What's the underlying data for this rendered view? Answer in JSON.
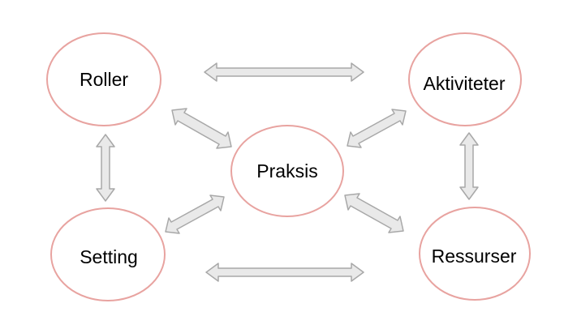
{
  "diagram": {
    "nodes": {
      "roller": {
        "label": "Roller"
      },
      "aktiviteter": {
        "label": "Aktiviteter"
      },
      "praksis": {
        "label": "Praksis"
      },
      "setting": {
        "label": "Setting"
      },
      "ressurser": {
        "label": "Ressurser"
      }
    },
    "edges": [
      {
        "from": "roller",
        "to": "aktiviteter",
        "direction": "both"
      },
      {
        "from": "roller",
        "to": "praksis",
        "direction": "both"
      },
      {
        "from": "aktiviteter",
        "to": "praksis",
        "direction": "both"
      },
      {
        "from": "roller",
        "to": "setting",
        "direction": "both"
      },
      {
        "from": "aktiviteter",
        "to": "ressurser",
        "direction": "both"
      },
      {
        "from": "setting",
        "to": "praksis",
        "direction": "both"
      },
      {
        "from": "ressurser",
        "to": "praksis",
        "direction": "both"
      },
      {
        "from": "setting",
        "to": "ressurser",
        "direction": "both"
      }
    ],
    "colors": {
      "node_stroke": "#e8a3a0",
      "arrow_fill": "#e9e9e9",
      "arrow_stroke": "#a8a8a8"
    }
  }
}
